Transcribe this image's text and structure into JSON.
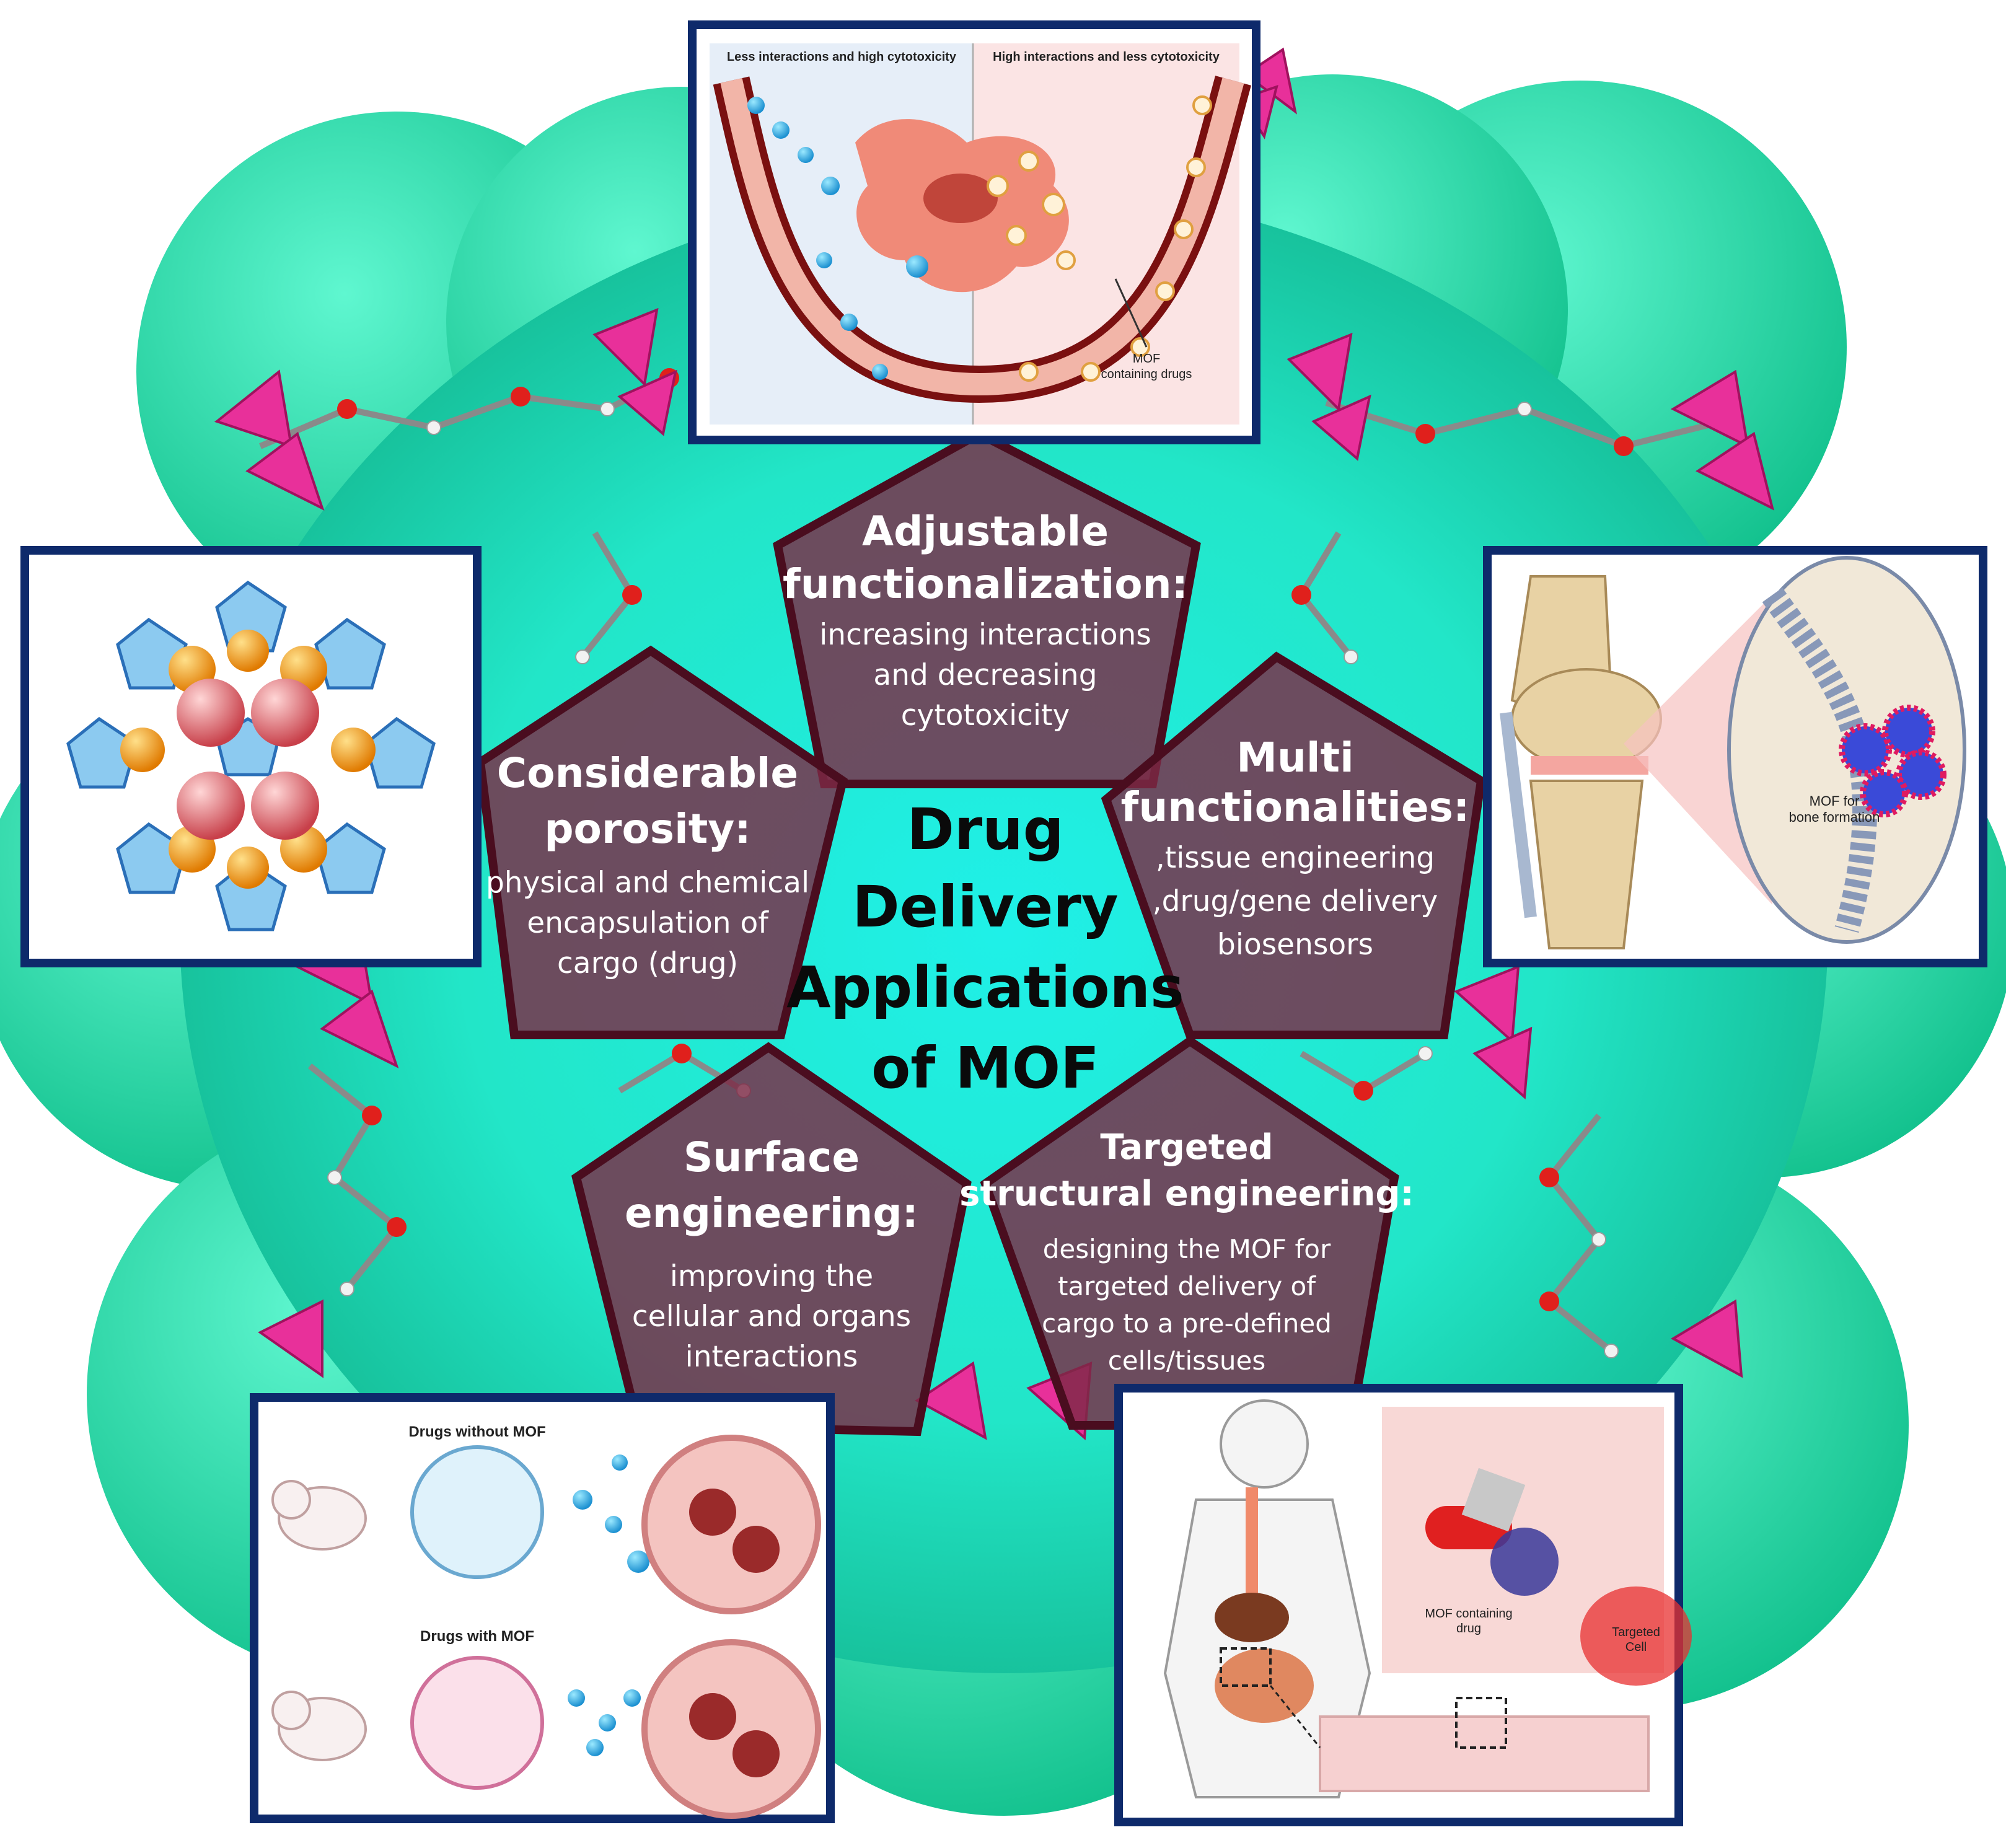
{
  "colors": {
    "background_green": "#2ee8a8",
    "background_cyan": "#18e4dc",
    "pentagon_fill": "#7d2a45",
    "pentagon_stroke": "#4a0d1f",
    "frame_blue": "#0e2a6b",
    "linker_pink": "#e8309a"
  },
  "center": {
    "line1": "Drug",
    "line2": "Delivery",
    "line3": "Applications",
    "line4": "of MOF"
  },
  "pentagons": {
    "adjustable": {
      "title1": "Adjustable",
      "title2": "functionalization:",
      "body1": "increasing interactions",
      "body2": "and decreasing",
      "body3": "cytotoxicity"
    },
    "porosity": {
      "title1": "Considerable",
      "title2": "porosity:",
      "body1": "physical and chemical",
      "body2": "encapsulation of",
      "body3": "cargo (drug)"
    },
    "multi": {
      "title1": "Multi",
      "title2": "functionalities:",
      "body1": ",tissue engineering",
      "body2": ",drug/gene delivery",
      "body3": "biosensors"
    },
    "surface": {
      "title1": "Surface",
      "title2": "engineering:",
      "body1": "improving the",
      "body2": "cellular and organs",
      "body3": "interactions"
    },
    "targeted": {
      "title1": "Targeted",
      "title2": "structural engineering:",
      "body1": "designing the MOF for",
      "body2": "targeted delivery of",
      "body3": "cargo to a pre-defined",
      "body4": "cells/tissues"
    }
  },
  "insets": {
    "vessel": {
      "left_header": "Less interactions and high cytotoxicity",
      "right_header": "High interactions and less cytotoxicity",
      "label1": "MOF",
      "label2": "containing drugs"
    },
    "knee": {
      "label1": "MOF for",
      "label2": "bone formation"
    },
    "mice": {
      "label_without": "Drugs without MOF",
      "label_with": "Drugs with MOF"
    },
    "body": {
      "label1": "MOF containing",
      "label2": "drug",
      "cell1": "Targeted",
      "cell2": "Cell"
    }
  }
}
